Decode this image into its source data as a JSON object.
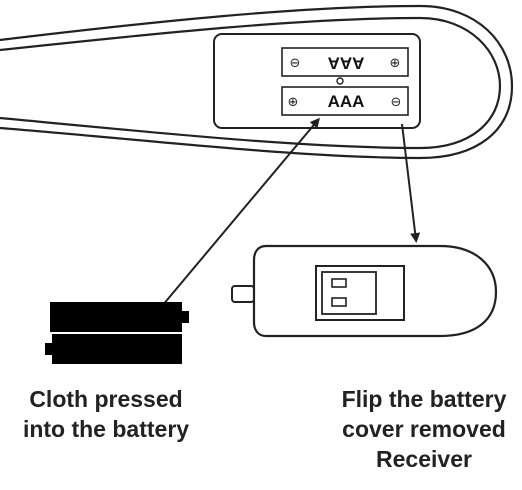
{
  "diagram": {
    "battery_top": {
      "label": "AAA",
      "left_terminal": "⊖",
      "right_terminal": "⊕"
    },
    "battery_bottom": {
      "label": "AAA",
      "left_terminal": "⊕",
      "right_terminal": "⊖"
    },
    "caption_left": {
      "line1": "Cloth pressed",
      "line2": "into the battery"
    },
    "caption_right": {
      "line1": "Flip the battery",
      "line2": "cover removed",
      "line3": "Receiver"
    },
    "colors": {
      "line": "#222222",
      "battery_fill": "#000000",
      "background": "#ffffff"
    },
    "icons": [
      "aaa-battery-pair-icon",
      "usb-receiver-icon",
      "arrow-icon"
    ]
  }
}
